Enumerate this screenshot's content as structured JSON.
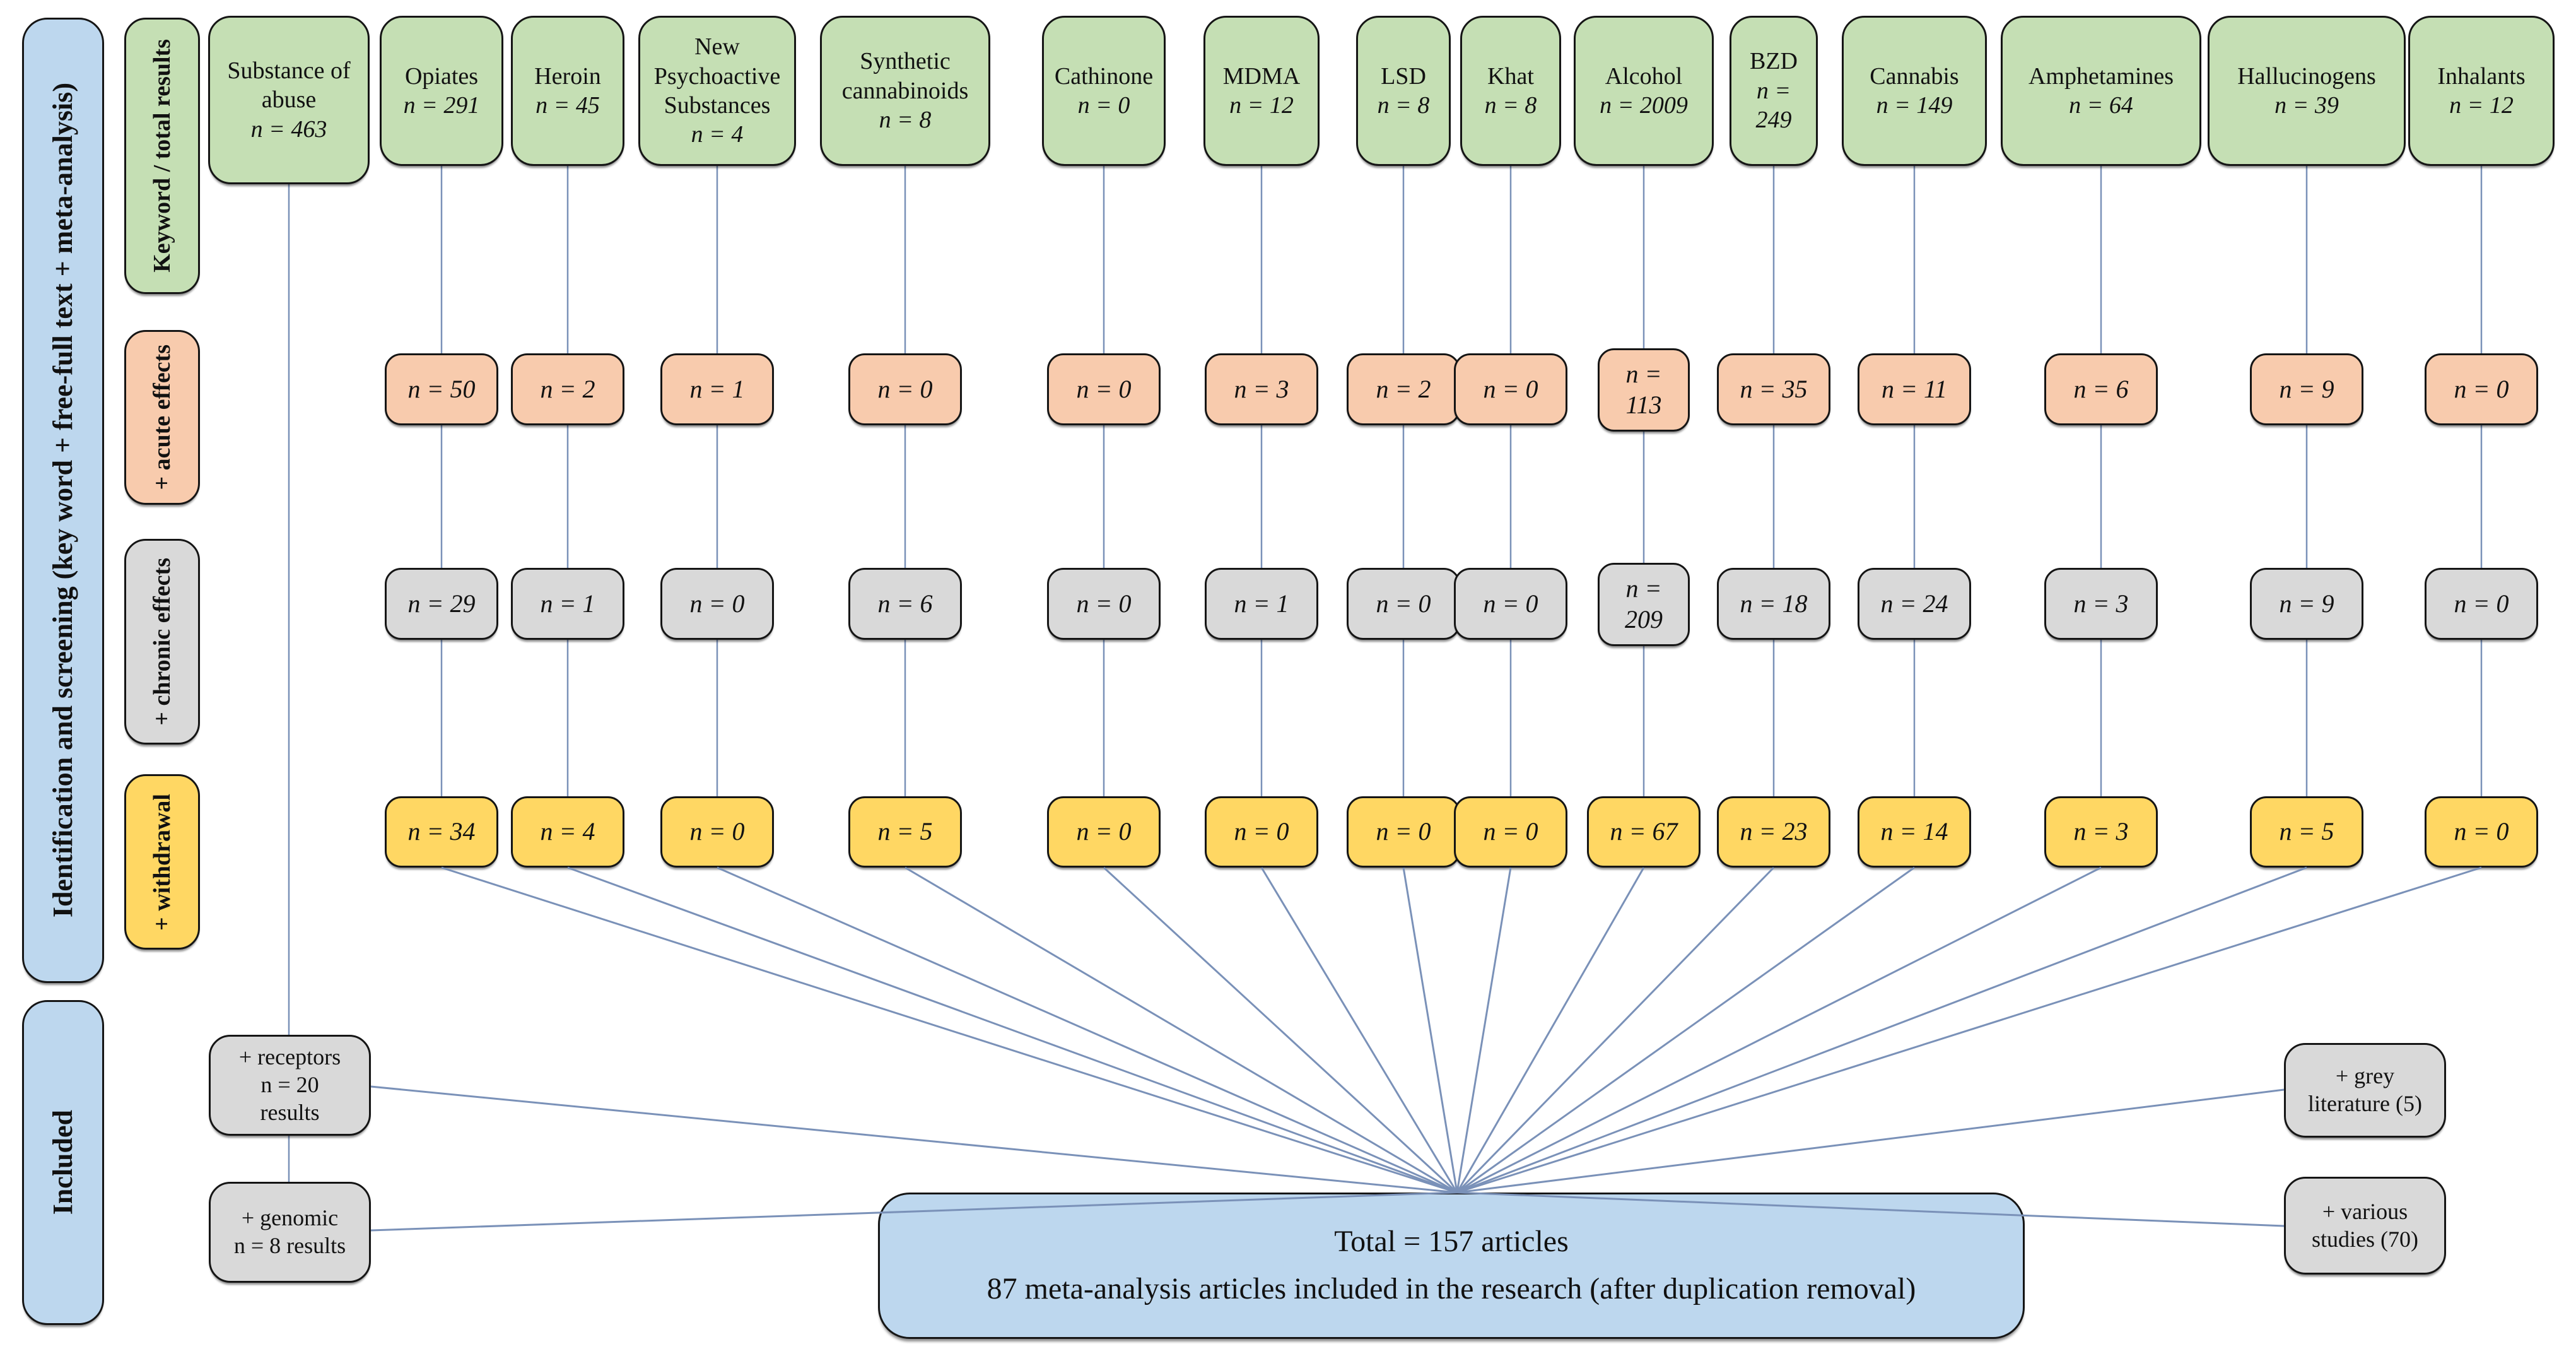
{
  "sidebar": {
    "identification_label": "Identification and screening (key word + free-full text + meta-analysis)",
    "included_label": "Included"
  },
  "row_labels": {
    "keyword": "Keyword / total results",
    "acute": "+ acute effects",
    "chronic": "+ chronic effects",
    "withdrawal": "+ withdrawal"
  },
  "columns": [
    {
      "name": "Substance of abuse",
      "total": "n = 463",
      "acute": null,
      "chronic": null,
      "withdrawal": null
    },
    {
      "name": "Opiates",
      "total": "n = 291",
      "acute": "n = 50",
      "chronic": "n = 29",
      "withdrawal": "n = 34"
    },
    {
      "name": "Heroin",
      "total": "n = 45",
      "acute": "n = 2",
      "chronic": "n = 1",
      "withdrawal": "n = 4"
    },
    {
      "name": "New Psychoactive Substances",
      "total": "n = 4",
      "acute": "n = 1",
      "chronic": "n = 0",
      "withdrawal": "n = 0"
    },
    {
      "name": "Synthetic cannabinoids",
      "total": "n = 8",
      "acute": "n = 0",
      "chronic": "n = 6",
      "withdrawal": "n = 5"
    },
    {
      "name": "Cathinone",
      "total": "n = 0",
      "acute": "n = 0",
      "chronic": "n = 0",
      "withdrawal": "n = 0"
    },
    {
      "name": "MDMA",
      "total": "n = 12",
      "acute": "n = 3",
      "chronic": "n = 1",
      "withdrawal": "n = 0"
    },
    {
      "name": "LSD",
      "total": "n = 8",
      "acute": "n = 2",
      "chronic": "n = 0",
      "withdrawal": "n = 0"
    },
    {
      "name": "Khat",
      "total": "n = 8",
      "acute": "n = 0",
      "chronic": "n = 0",
      "withdrawal": "n = 0"
    },
    {
      "name": "Alcohol",
      "total": "n = 2009",
      "acute": "n = 113",
      "chronic": "n = 209",
      "withdrawal": "n = 67"
    },
    {
      "name": "BZD",
      "total": "n = 249",
      "acute": "n = 35",
      "chronic": "n = 18",
      "withdrawal": "n = 23"
    },
    {
      "name": "Cannabis",
      "total": "n = 149",
      "acute": "n = 11",
      "chronic": "n = 24",
      "withdrawal": "n = 14"
    },
    {
      "name": "Amphetamines",
      "total": "n = 64",
      "acute": "n = 6",
      "chronic": "n = 3",
      "withdrawal": "n = 3"
    },
    {
      "name": "Hallucinogens",
      "total": "n = 39",
      "acute": "n = 9",
      "chronic": "n = 9",
      "withdrawal": "n = 5"
    },
    {
      "name": "Inhalants",
      "total": "n = 12",
      "acute": "n = 0",
      "chronic": "n = 0",
      "withdrawal": "n = 0"
    }
  ],
  "included": {
    "receptors": "+ receptors\nn = 20\nresults",
    "genomic": "+ genomic\nn = 8 results",
    "grey_literature": "+ grey\nliterature (5)",
    "various_studies": "+ various\nstudies (70)"
  },
  "total_box": {
    "line1": "Total = 157 articles",
    "line2": "87 meta-analysis articles included in the research (after duplication removal)"
  },
  "colors": {
    "keyword_green": "#c5dfb4",
    "acute_salmon": "#f8cbad",
    "chronic_grey": "#d9d9d9",
    "withdrawal_yellow": "#ffd763",
    "section_blue": "#bdd7ee",
    "connector": "#7a91b8",
    "border": "#151515"
  }
}
